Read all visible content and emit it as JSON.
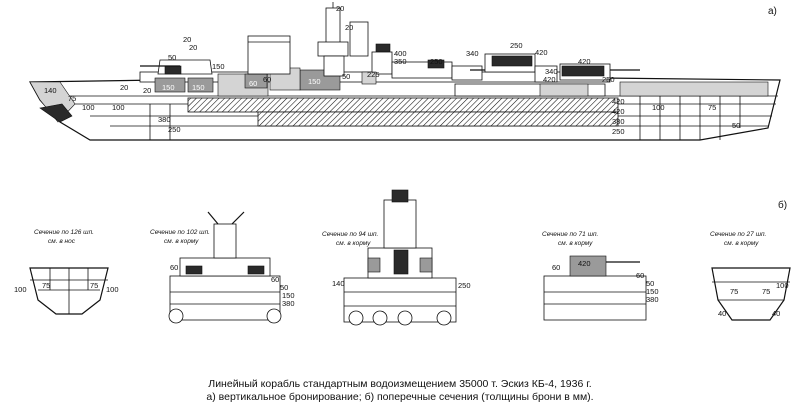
{
  "panels": {
    "a": "a)",
    "b": "б)"
  },
  "profile_labels": {
    "t20_mast": "20",
    "t20_bridge": "20",
    "t20_fwd": "20",
    "t20_fwd2": "20",
    "t150_fwd": "150",
    "t50_fwd": "50",
    "t400": "400",
    "t350": "350",
    "t225": "225",
    "t60": "60",
    "t50_mid": "50",
    "t20_mid": "20",
    "t250_top": "250",
    "t340": "340",
    "t420_top": "420",
    "t250_tur": "250",
    "t420_rt": "420",
    "t340_rt": "340",
    "t420_mid": "420",
    "t250_mid": "250",
    "t150_box1": "150",
    "t150_box2": "150",
    "t60_box": "60",
    "t150_box3": "150",
    "t75_fore": "75",
    "t140": "140",
    "t100_a": "100",
    "t100_b": "100",
    "t380": "380",
    "t250_low": "250",
    "t420_low1": "420",
    "t420_low2": "420",
    "t380_b": "380",
    "t250_c": "250",
    "t100_c": "100",
    "t75_aft": "75",
    "t50_aft": "50",
    "t20_deck": "20"
  },
  "sections": [
    {
      "title": "Сечение по 126 шп.",
      "sub": "см. в нос",
      "labels": [
        "100",
        "75",
        "75",
        "100"
      ]
    },
    {
      "title": "Сечение по 102 шп.",
      "sub": "см. в корму",
      "labels": [
        "60",
        "60",
        "50",
        "150",
        "380"
      ]
    },
    {
      "title": "Сечение по 94 шп.",
      "sub": "см. в корму",
      "labels": [
        "140",
        "250"
      ]
    },
    {
      "title": "Сечение по 71 шп.",
      "sub": "см. в корму",
      "labels": [
        "420",
        "60",
        "60",
        "50",
        "150",
        "380"
      ]
    },
    {
      "title": "Сечение по 27 шп.",
      "sub": "см. в корму",
      "labels": [
        "75",
        "75",
        "40",
        "40",
        "100"
      ]
    }
  ],
  "caption": {
    "line1": "Линейный корабль стандартным водоизмещением 35000 т. Эскиз КБ-4, 1936 г.",
    "line2": "а) вертикальное бронирование; б) поперечные сечения (толщины брони в мм)."
  }
}
